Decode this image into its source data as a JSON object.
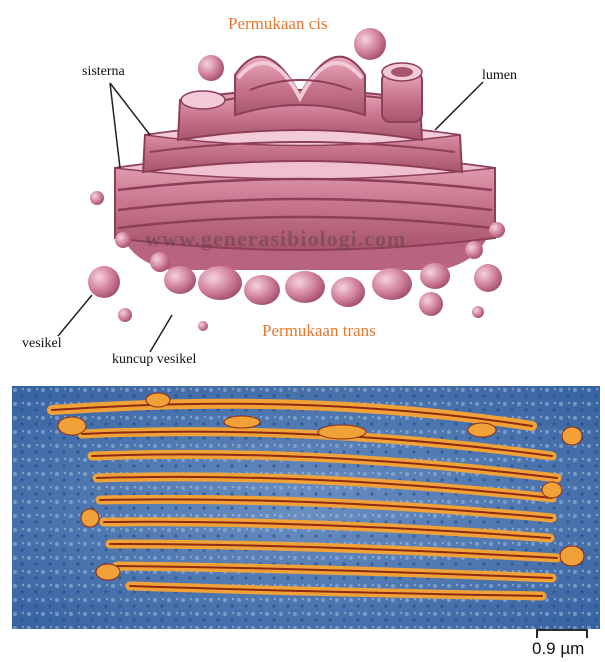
{
  "diagram": {
    "labels": {
      "cis": "Permukaan cis",
      "trans": "Permukaan trans",
      "sisterna": "sisterna",
      "lumen": "lumen",
      "vesikel": "vesikel",
      "kuncup_vesikel": "kuncup vesikel"
    },
    "watermark": "www.generasibiologi.com",
    "colors": {
      "label_orange": "#e8772e",
      "golgi_pink": "#c9768f",
      "golgi_dark": "#9a4a63",
      "golgi_light": "#f1c7d3"
    }
  },
  "micrograph": {
    "scale_label": "0.9 µm",
    "colors": {
      "background_blue": "#3e6fae",
      "cisterna_orange": "#f0a238",
      "cisterna_red": "#8e2a14"
    }
  }
}
